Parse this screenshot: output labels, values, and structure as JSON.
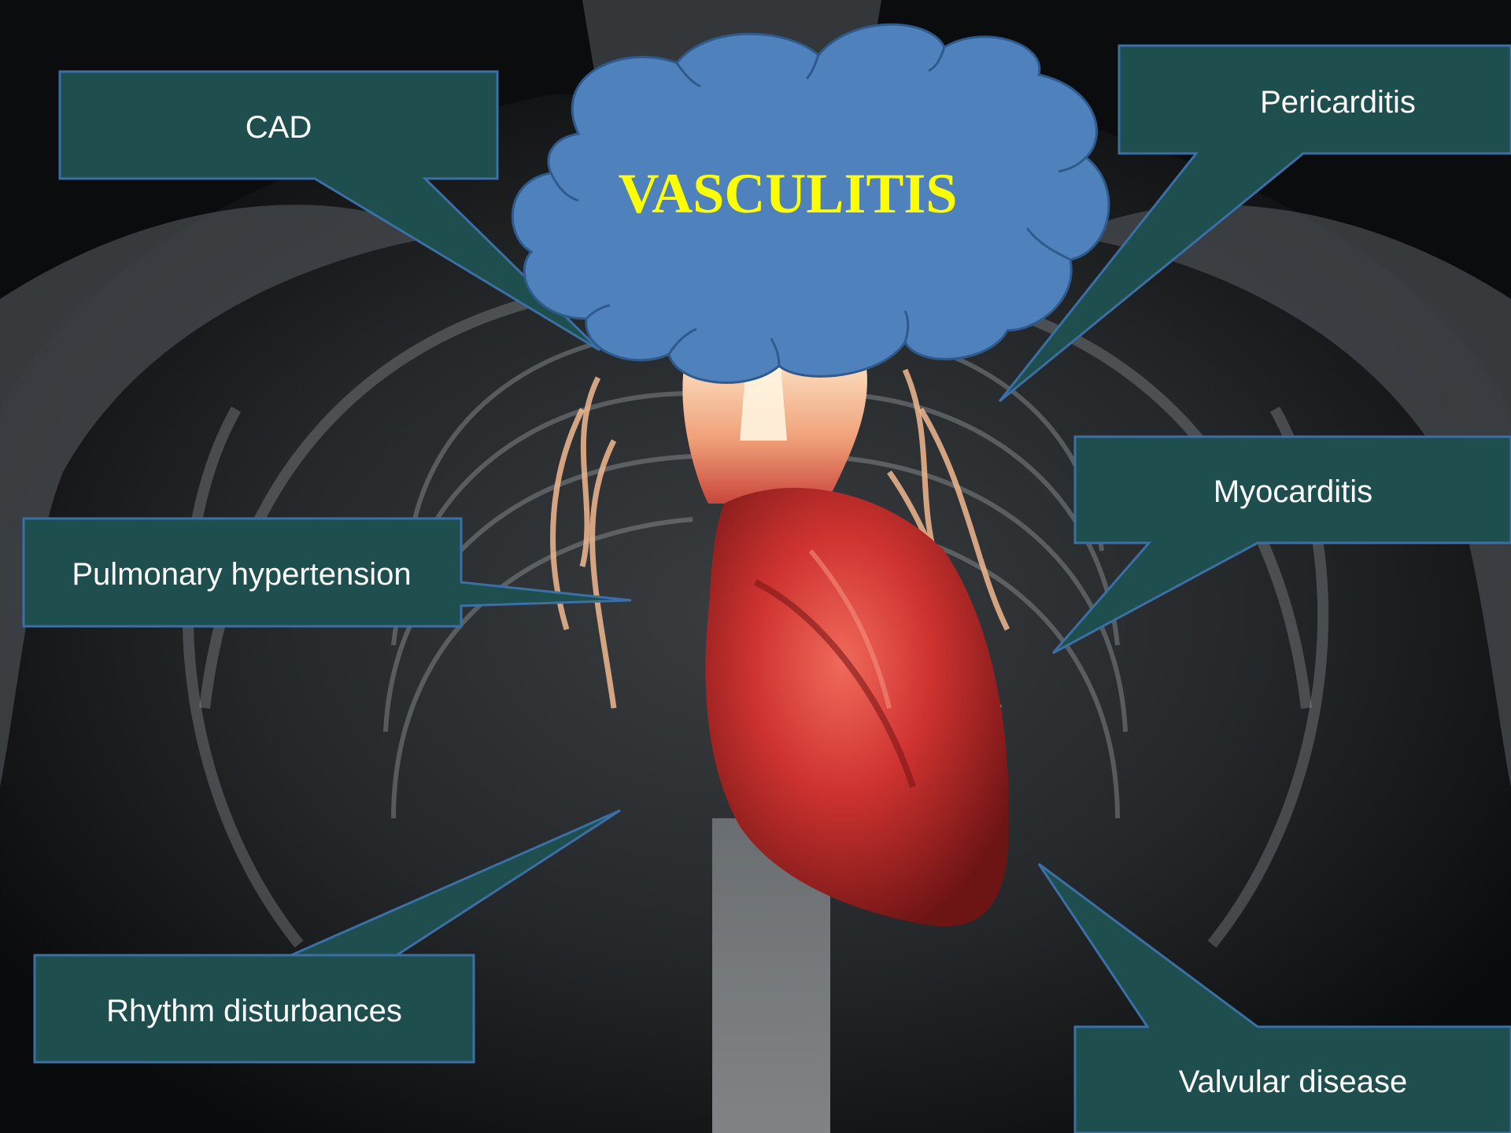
{
  "center": {
    "title": "VASCULITIS",
    "title_color": "#FFFF00",
    "cloud_fill": "#4F81BD",
    "cloud_stroke": "#2F5B8C"
  },
  "callout_style": {
    "fill": "#1F4E4E",
    "stroke": "#3B6FA6",
    "text_color": "#FFFFFF"
  },
  "callouts": [
    {
      "label": "CAD"
    },
    {
      "label": "Pericarditis"
    },
    {
      "label": "Pulmonary hypertension"
    },
    {
      "label": "Myocarditis"
    },
    {
      "label": "Rhythm disturbances"
    },
    {
      "label": "Valvular disease"
    }
  ],
  "background": {
    "description_icon": "chest-xray-heart-illustration",
    "heart_color": "#C8302E"
  }
}
